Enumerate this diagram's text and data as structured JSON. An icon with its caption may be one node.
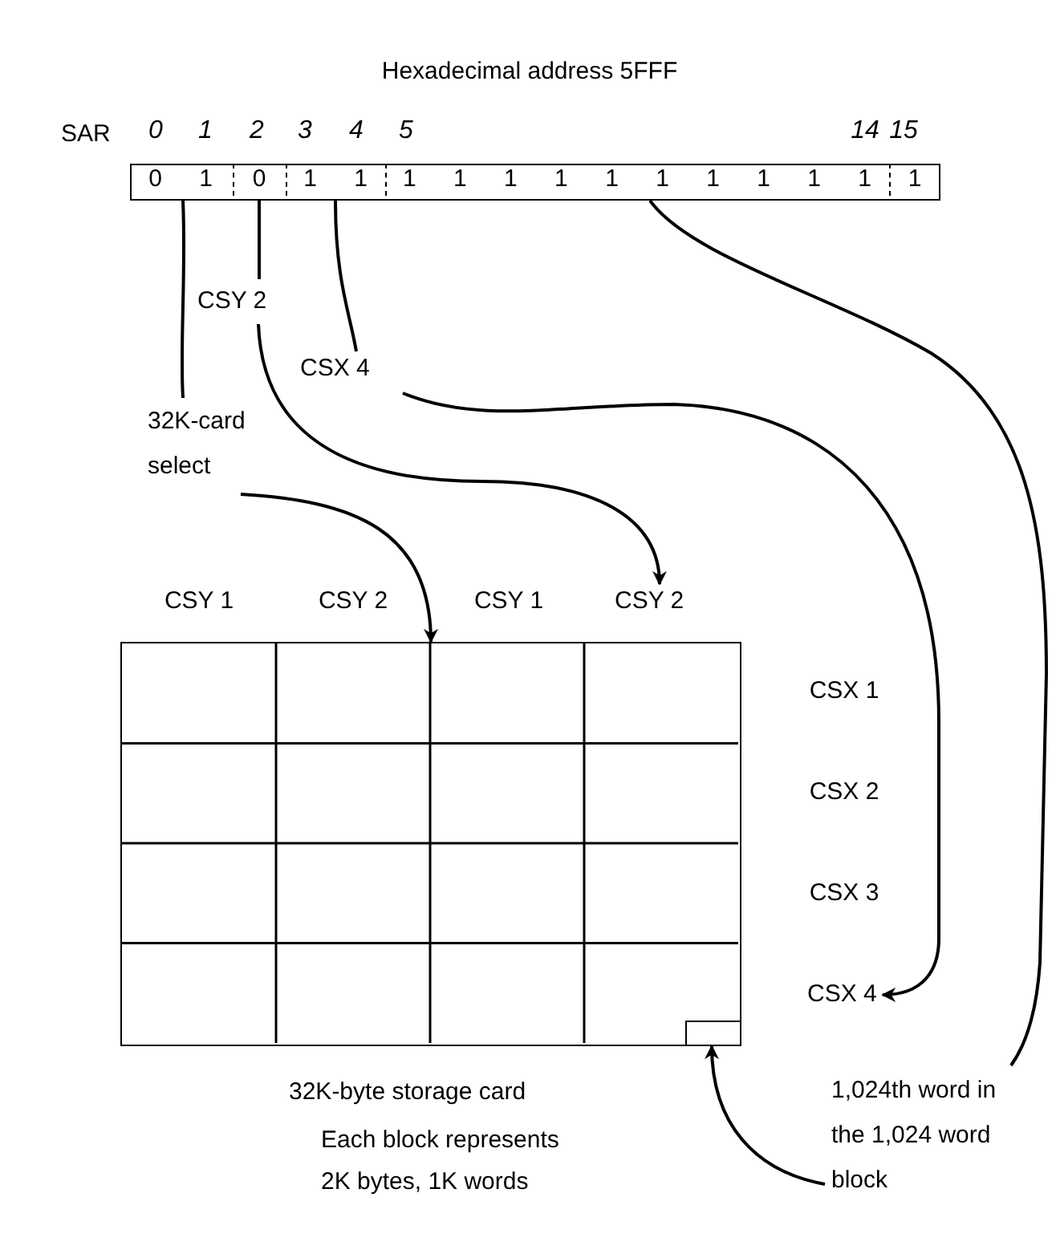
{
  "diagram": {
    "title": "Hexadecimal address 5FFF",
    "nodes": [
      {
        "text": [],
        "shape": "box",
        "beside": [
          "SAR"
        ]
      },
      {
        "text": [
          "0 1"
        ],
        "in": 0
      },
      {
        "text": [
          "0"
        ],
        "in": 0
      },
      {
        "text": [
          "1 1"
        ],
        "in": 0
      },
      {
        "text": [
          "1 1 1 1 1 1 1 1 1 1"
        ],
        "in": 0
      },
      {
        "text": [
          "1"
        ],
        "in": 0
      },
      {
        "text": [
          "CSY 2"
        ]
      },
      {
        "text": [
          "CSX 4"
        ]
      },
      {
        "text": [
          "32K-card select"
        ]
      },
      {
        "text": [
          "CSY 2"
        ]
      },
      {
        "text": [],
        "shape": "box",
        "beside": [
          "32K-byte storage card",
          "Each block represents 2K bytes, 1K words"
        ]
      },
      {
        "text": [],
        "shape": "box",
        "in": 10
      },
      {
        "text": [
          "CSX 4"
        ]
      },
      {
        "text": [
          "1,024th word in the 1,024 word block"
        ]
      }
    ],
    "edges": [
      {
        "from": 1,
        "to": 8,
        "arrow": "none"
      },
      {
        "from": 2,
        "to": 6,
        "arrow": "none"
      },
      {
        "from": 6,
        "to": 9,
        "arrow": "to"
      },
      {
        "from": 3,
        "to": 7,
        "arrow": "none"
      },
      {
        "from": 7,
        "to": 12,
        "arrow": "to"
      },
      {
        "from": 4,
        "to": 13,
        "arrow": "none"
      },
      {
        "from": 8,
        "to": 10,
        "arrow": "to"
      },
      {
        "from": 13,
        "to": 11,
        "arrow": "to"
      }
    ],
    "labels": [
      "0",
      "1",
      "2",
      "3",
      "4",
      "5",
      "14",
      "15",
      "CSY 1",
      "CSY 2",
      "CSY 1",
      "CSX 1",
      "CSX 2",
      "CSX 3"
    ]
  }
}
